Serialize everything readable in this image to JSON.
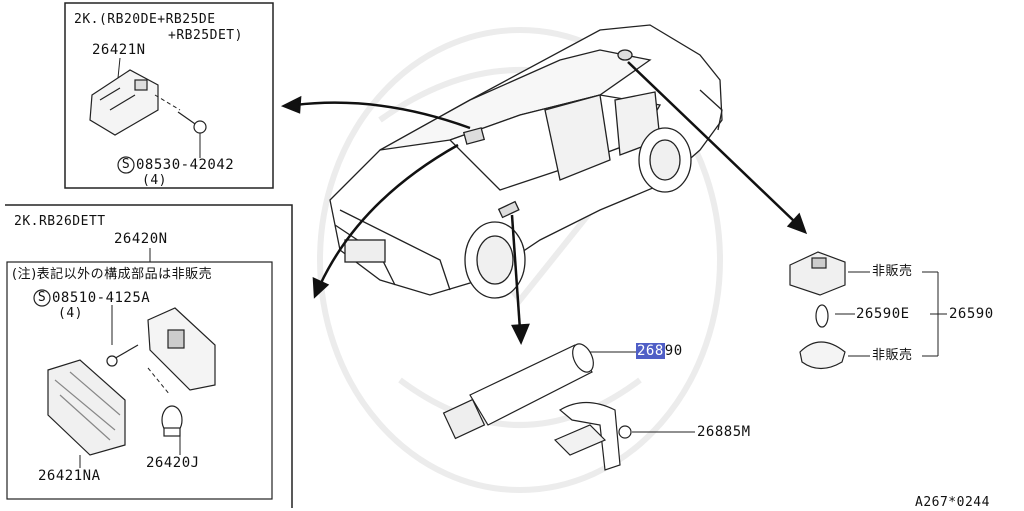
{
  "box_a": {
    "title_line1": "2K.(RB20DE+RB25DE",
    "title_line2": "+RB25DET)",
    "part_lens": "26421N",
    "screw_code": "08530-42042",
    "screw_qty": "(4)",
    "standard_mark": "S"
  },
  "box_b": {
    "title": "2K.RB26DETT",
    "part_assembly": "26420N",
    "note": "(注)表記以外の構成部品は非販売",
    "screw_code": "08510-4125A",
    "screw_qty": "(4)",
    "standard_mark": "S",
    "part_lens": "26421NA",
    "part_bulb": "26420J"
  },
  "center": {
    "part_flashlight_a": "268",
    "part_flashlight_b": "90",
    "part_holder": "26885M"
  },
  "right": {
    "not_sold_1": "非販売",
    "part_bulb": "26590E",
    "not_sold_2": "非販売",
    "part_assembly": "26590"
  },
  "footer": {
    "diagram_id": "A267*0244"
  },
  "colors": {
    "highlight": "#4f5ec6",
    "line": "#222222"
  }
}
